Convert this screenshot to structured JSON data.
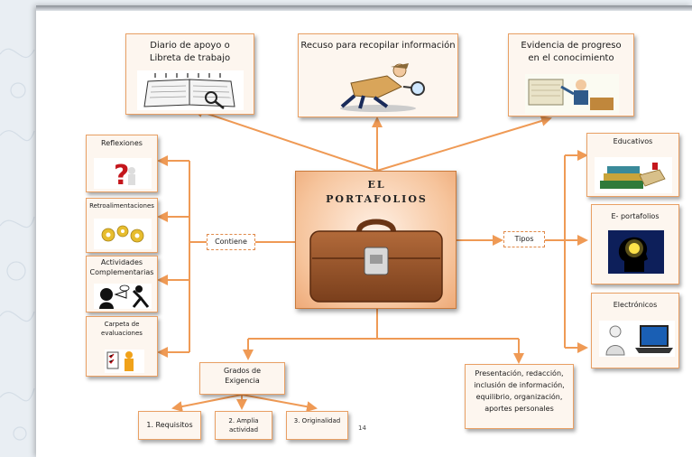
{
  "center": {
    "line1": "EL",
    "line2": "PORTAFOLIOS"
  },
  "top_boxes": [
    {
      "label": "Diario de apoyo o Libreta de trabajo"
    },
    {
      "label": "Recuso para recopilar información"
    },
    {
      "label": "Evidencia de progreso en el conocimiento"
    }
  ],
  "left_connector": "Contiene",
  "left_boxes": [
    {
      "label": "Reflexiones"
    },
    {
      "label": "Retroalimentaciones"
    },
    {
      "label": "Actividades Complementarias"
    },
    {
      "label": "Carpeta de evaluaciones"
    }
  ],
  "right_connector": "Tipos",
  "right_boxes": [
    {
      "label": "Educativos"
    },
    {
      "label": "E- portafolios"
    },
    {
      "label": "Electrónicos"
    }
  ],
  "bottom": {
    "grados": "Grados de Exigencia",
    "items": [
      "1. Requisitos",
      "2. Amplia actividad",
      "3. Originalidad"
    ],
    "presentacion": "Presentación, redacción, inclusión de información, equilibrio, organización, aportes personales"
  },
  "page_number": "14",
  "colors": {
    "connector": "#ef9a55",
    "box_border": "#e9a064",
    "box_fill": "#fdf6ef",
    "center_fill": "#f6c49c"
  }
}
